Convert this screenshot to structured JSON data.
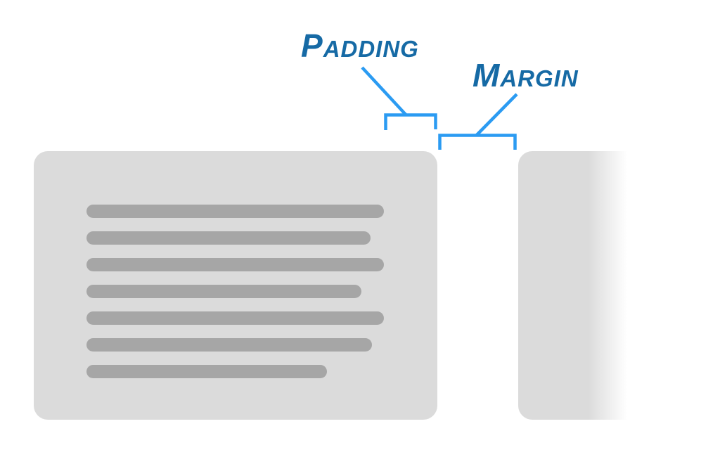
{
  "labels": {
    "padding": "Padding",
    "margin": "Margin"
  },
  "colors": {
    "label_blue": "#166aa5",
    "line_blue": "#2b9bf2",
    "card_gray": "#dbdbdb",
    "bar_gray": "#a6a6a6",
    "background": "#ffffff"
  },
  "element_card": {
    "text_line_widths": [
      "423px",
      "404px",
      "423px",
      "391px",
      "423px",
      "406px",
      "342px"
    ]
  }
}
